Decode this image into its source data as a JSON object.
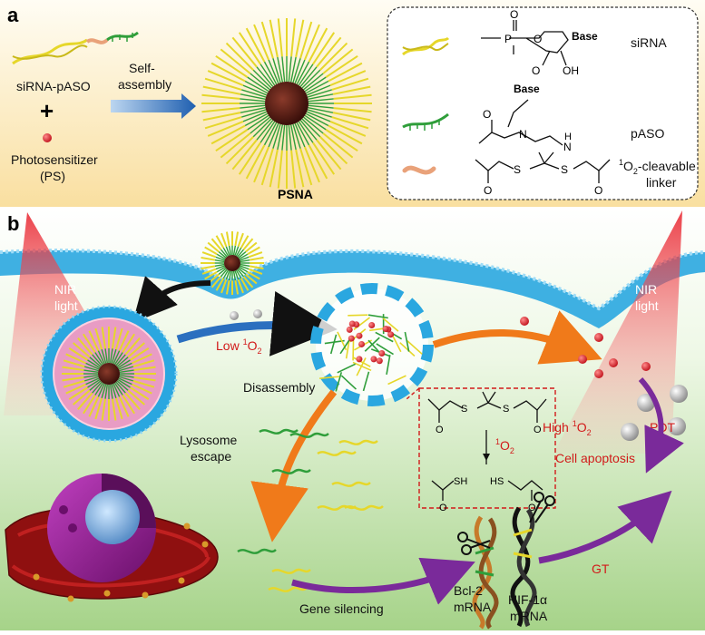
{
  "panel_a": {
    "letter": "a",
    "sirna_pa_so": "siRNA-pASO",
    "plus": "+",
    "ps_line1": "Photosensitizer",
    "ps_line2": "(PS)",
    "arrow_line1": "Self-",
    "arrow_line2": "assembly",
    "psna": "PSNA",
    "legend": {
      "sirna": "siRNA",
      "paso": "pASO",
      "linker_prefix": "1",
      "linker_line1": "O",
      "linker_sub": "2",
      "linker_suffix": "-cleavable",
      "linker_line2": "linker",
      "base": "Base",
      "oh": "OH",
      "h": "H",
      "n": "N",
      "p": "P",
      "o": "O",
      "s": "S"
    }
  },
  "panel_b": {
    "letter": "b",
    "nir_light": "NIR",
    "nir_light2": "light",
    "low_o2_prefix": "Low ",
    "sup1": "1",
    "o": "O",
    "sub2": "2",
    "disassembly": "Disassembly",
    "lysosome1": "Lysosome",
    "lysosome2": "escape",
    "reaction_o2": "O",
    "sh": "SH",
    "hs": "HS",
    "high_o2_prefix": "High ",
    "pdt": "PDT",
    "cell_apoptosis": "Cell apoptosis",
    "gene_silencing": "Gene silencing",
    "bcl2_1": "Bcl-2",
    "bcl2_2": "mRNA",
    "hif_1": "HIF-1α",
    "hif_2": "mRNA",
    "gt": "GT"
  },
  "colors": {
    "sirna": "#e6d72a",
    "paso": "#2f9e3a",
    "linker": "#e9a27a",
    "ps": "#d8202a",
    "membrane": "#2aa7e0",
    "arrow_blue": "#2b6fbf",
    "arrow_orange": "#f07a1a",
    "arrow_purple": "#7a2a9a",
    "nucleus": "#a02aa0"
  }
}
